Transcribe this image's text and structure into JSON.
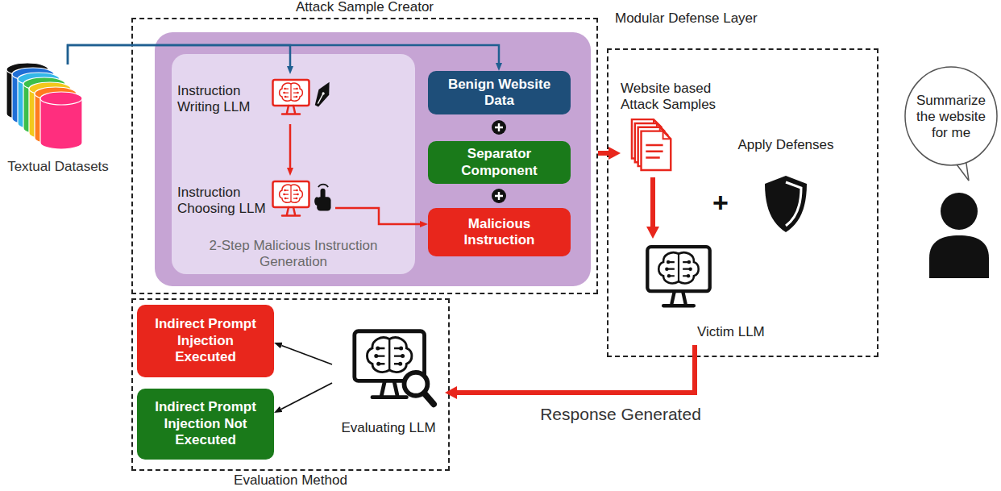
{
  "diagram": {
    "nodes": [
      {
        "text": [
          "Attack Sample Creator"
        ]
      },
      {
        "text": [
          "2-Step Malicious Instruction Generation"
        ],
        "in": 0
      },
      {
        "text": [
          "Instruction Writing LLM"
        ],
        "in": 1
      },
      {
        "text": [
          "Instruction Choosing LLM"
        ],
        "in": 1
      },
      {
        "text": [
          "Benign Website Data"
        ],
        "in": 0
      },
      {
        "text": [
          "Separator Component"
        ],
        "in": 0
      },
      {
        "text": [
          "Malicious Instruction"
        ],
        "in": 0
      },
      {
        "text": [
          "Textual Datasets"
        ]
      },
      {
        "text": [
          "Modular Defense Layer"
        ]
      },
      {
        "text": [
          "Website based Attack Samples"
        ],
        "in": 8
      },
      {
        "text": [
          "Apply Defenses"
        ],
        "in": 8
      },
      {
        "text": [
          "Victim LLM"
        ],
        "in": 8
      },
      {
        "text": [
          "Summarize the website for me"
        ]
      },
      {
        "text": [
          "Evaluation Method"
        ]
      },
      {
        "text": [
          "Indirect Prompt Injection Executed"
        ],
        "in": 13
      },
      {
        "text": [
          "Indirect Prompt Injection Not Executed"
        ],
        "in": 13
      },
      {
        "text": [
          "Evaluating LLM"
        ],
        "in": 13
      }
    ],
    "edges": [
      {
        "from": 7,
        "to": 4,
        "arrow": "to"
      },
      {
        "from": 7,
        "to": 2,
        "arrow": "to"
      },
      {
        "from": 2,
        "to": 3,
        "arrow": "to"
      },
      {
        "from": 3,
        "to": 6,
        "arrow": "to"
      },
      {
        "from": 0,
        "to": 9,
        "arrow": "to"
      },
      {
        "from": 9,
        "to": 11,
        "arrow": "to"
      },
      {
        "from": 11,
        "to": 16,
        "label": "Response Generated",
        "arrow": "to"
      },
      {
        "from": 16,
        "to": 14,
        "arrow": "to"
      },
      {
        "from": 16,
        "to": 15,
        "arrow": "to"
      }
    ],
    "labels": [
      "+"
    ]
  }
}
